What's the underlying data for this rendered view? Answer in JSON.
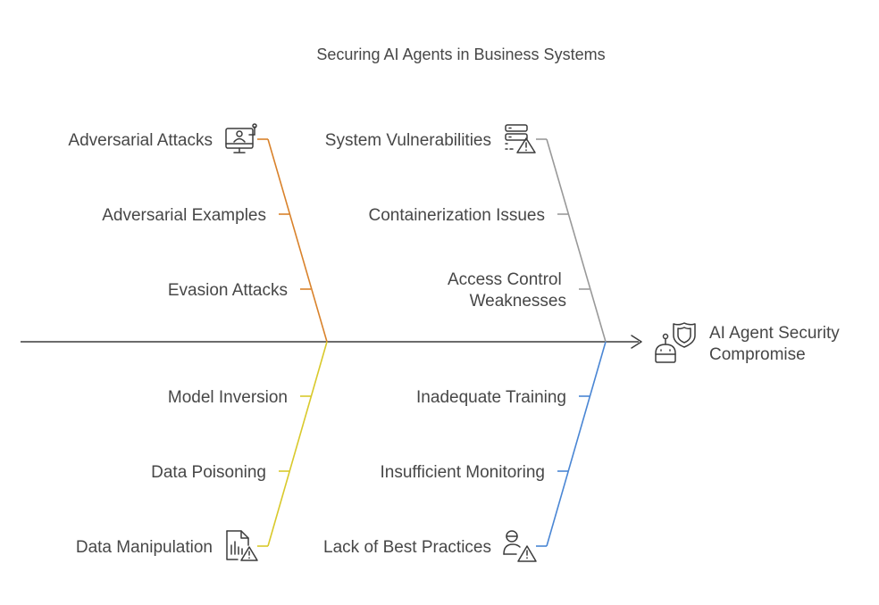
{
  "title": "Securing AI Agents in Business Systems",
  "effect": {
    "line1": "AI Agent Security",
    "line2": "Compromise"
  },
  "branches": {
    "top_left": {
      "color": "#d9822b",
      "header": "Adversarial Attacks",
      "icon": "monitor-hacker-icon",
      "causes": [
        "Adversarial Examples",
        "Evasion Attacks"
      ]
    },
    "top_right": {
      "color": "#999999",
      "header": "System Vulnerabilities",
      "icon": "server-warning-icon",
      "causes": [
        "Containerization Issues"
      ],
      "cause_multiline": [
        "Access Control",
        "Weaknesses"
      ]
    },
    "bottom_left": {
      "color": "#d9c92b",
      "header": "Data Manipulation",
      "icon": "document-chart-warning-icon",
      "causes": [
        "Model Inversion",
        "Data Poisoning"
      ]
    },
    "bottom_right": {
      "color": "#4a86d4",
      "header": "Lack of Best Practices",
      "icon": "person-warning-icon",
      "causes": [
        "Inadequate Training",
        "Insufficient Monitoring"
      ]
    }
  },
  "colors": {
    "spine": "#3c3c3c",
    "text": "#474747"
  }
}
